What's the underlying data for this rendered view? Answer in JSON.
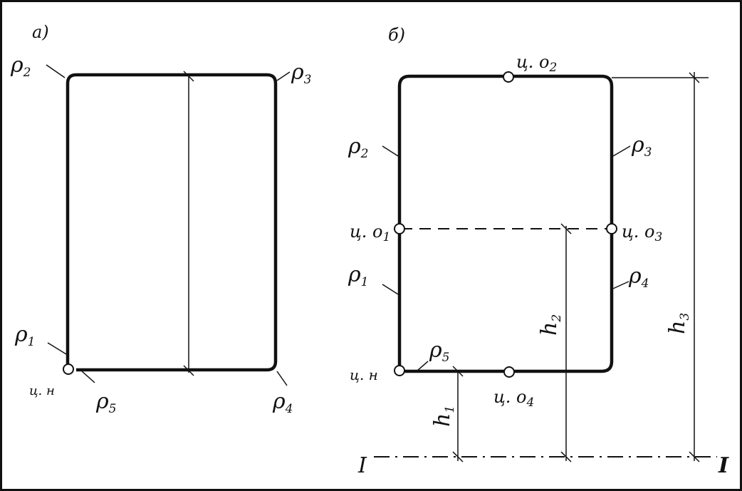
{
  "colors": {
    "ink": "#111111",
    "paper": "#ffffff"
  },
  "panel_a": {
    "label": "а)",
    "rho2": "ρ",
    "rho2_sub": "2",
    "rho3": "ρ",
    "rho3_sub": "3",
    "rho1": "ρ",
    "rho1_sub": "1",
    "rho5": "ρ",
    "rho5_sub": "5",
    "rho4": "ρ",
    "rho4_sub": "4",
    "start_point": "ц. н"
  },
  "panel_b": {
    "label": "б)",
    "co2": "ц. о",
    "co2_sub": "2",
    "rho2": "ρ",
    "rho2_sub": "2",
    "rho3": "ρ",
    "rho3_sub": "3",
    "co1": "ц. о",
    "co1_sub": "1",
    "co3": "ц. о",
    "co3_sub": "3",
    "rho1": "ρ",
    "rho1_sub": "1",
    "rho4": "ρ",
    "rho4_sub": "4",
    "start_point": "ц. н",
    "rho5": "ρ",
    "rho5_sub": "5",
    "co4": "ц. о",
    "co4_sub": "4",
    "h1": "h",
    "h1_sub": "1",
    "h2": "h",
    "h2_sub": "2",
    "h3": "h",
    "h3_sub": "3",
    "axis_left": "I",
    "axis_right": "I"
  }
}
